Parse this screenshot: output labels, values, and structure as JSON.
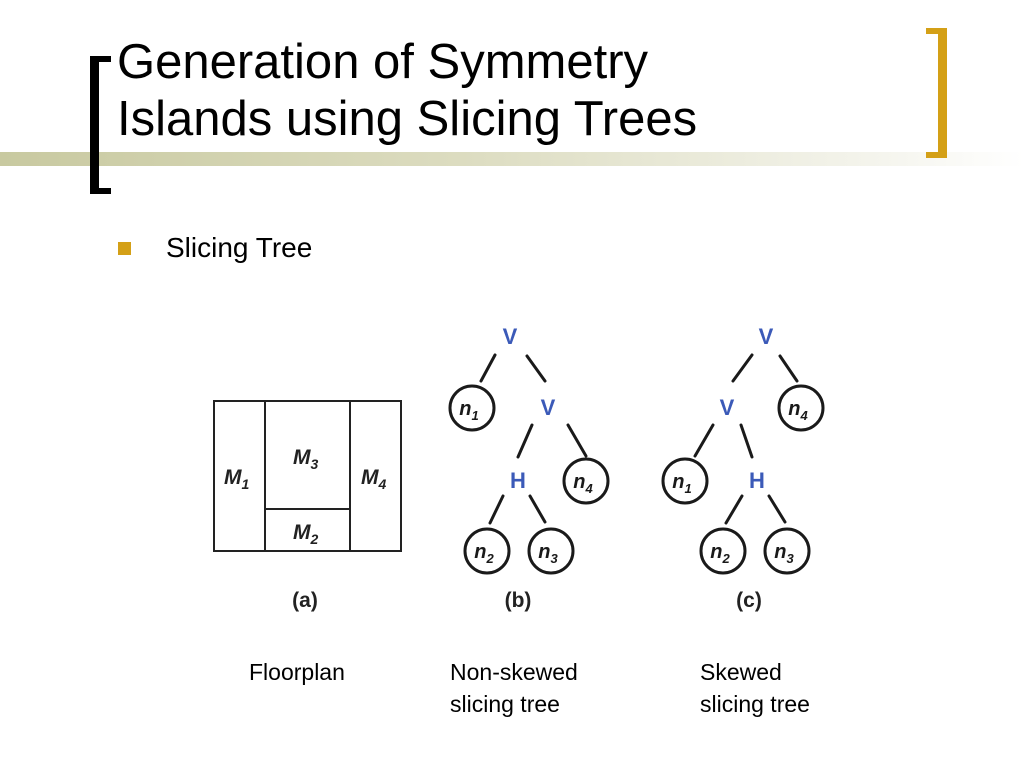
{
  "slide": {
    "title_line1": "Generation of Symmetry",
    "title_line2": "Islands using Slicing Trees",
    "bullet": "Slicing Tree",
    "accent_color": "#d4a017"
  },
  "figure": {
    "floorplan": {
      "modules": [
        {
          "main": "M",
          "sub": "1"
        },
        {
          "main": "M",
          "sub": "3"
        },
        {
          "main": "M",
          "sub": "2"
        },
        {
          "main": "M",
          "sub": "4"
        }
      ]
    },
    "tree_b": {
      "nodes": [
        {
          "label": "V",
          "kind": "op"
        },
        {
          "label": "n",
          "sub": "1",
          "kind": "leaf"
        },
        {
          "label": "V",
          "kind": "op"
        },
        {
          "label": "H",
          "kind": "op"
        },
        {
          "label": "n",
          "sub": "4",
          "kind": "leaf"
        },
        {
          "label": "n",
          "sub": "2",
          "kind": "leaf"
        },
        {
          "label": "n",
          "sub": "3",
          "kind": "leaf"
        }
      ]
    },
    "tree_c": {
      "nodes": [
        {
          "label": "V",
          "kind": "op"
        },
        {
          "label": "V",
          "kind": "op"
        },
        {
          "label": "n",
          "sub": "4",
          "kind": "leaf"
        },
        {
          "label": "n",
          "sub": "1",
          "kind": "leaf"
        },
        {
          "label": "H",
          "kind": "op"
        },
        {
          "label": "n",
          "sub": "2",
          "kind": "leaf"
        },
        {
          "label": "n",
          "sub": "3",
          "kind": "leaf"
        }
      ]
    },
    "panel_labels": [
      "(a)",
      "(b)",
      "(c)"
    ],
    "op_color": "#3b5ab8"
  },
  "captions": [
    {
      "line1": "Floorplan",
      "line2": ""
    },
    {
      "line1": "Non-skewed",
      "line2": "slicing tree"
    },
    {
      "line1": "Skewed",
      "line2": "slicing tree"
    }
  ]
}
